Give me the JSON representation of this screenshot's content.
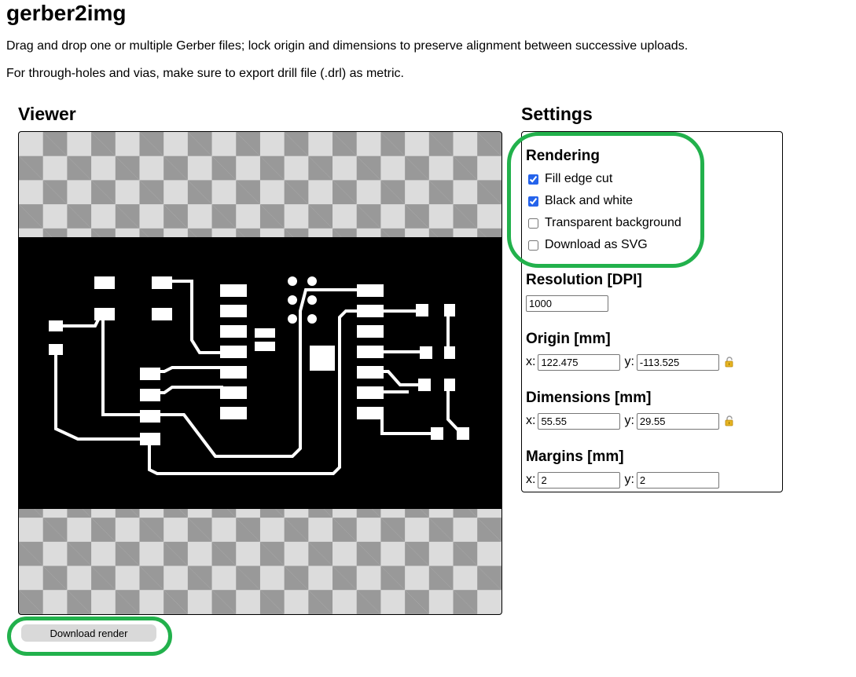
{
  "page": {
    "title": "gerber2img",
    "intro_line_1": "Drag and drop one or multiple Gerber files; lock origin and dimensions to preserve alignment between successive uploads.",
    "intro_line_2": "For through-holes and vias, make sure to export drill file (.drl) as metric."
  },
  "viewer": {
    "heading": "Viewer",
    "download_label": "Download render"
  },
  "settings": {
    "heading": "Settings",
    "rendering": {
      "heading": "Rendering",
      "fill_edge_cut": {
        "label": "Fill edge cut",
        "checked": true
      },
      "black_and_white": {
        "label": "Black and white",
        "checked": true
      },
      "transparent_background": {
        "label": "Transparent background",
        "checked": false
      },
      "download_as_svg": {
        "label": "Download as SVG",
        "checked": false
      }
    },
    "resolution": {
      "heading": "Resolution [DPI]",
      "value": "1000"
    },
    "origin": {
      "heading": "Origin [mm]",
      "x_label": "x:",
      "x_value": "122.475",
      "y_label": "y:",
      "y_value": "-113.525",
      "lock_icon": "unlocked-padlock-icon"
    },
    "dimensions": {
      "heading": "Dimensions [mm]",
      "x_label": "x:",
      "x_value": "55.55",
      "y_label": "y:",
      "y_value": "29.55",
      "lock_icon": "unlocked-padlock-icon"
    },
    "margins": {
      "heading": "Margins [mm]",
      "x_label": "x:",
      "x_value": "2",
      "y_label": "y:",
      "y_value": "2"
    }
  },
  "colors": {
    "highlight": "#22b14c",
    "checkbox_accent": "#2563eb",
    "board_background": "#000000",
    "board_copper": "#ffffff",
    "checker_light": "#dcdcdc",
    "checker_dark": "#999999"
  }
}
